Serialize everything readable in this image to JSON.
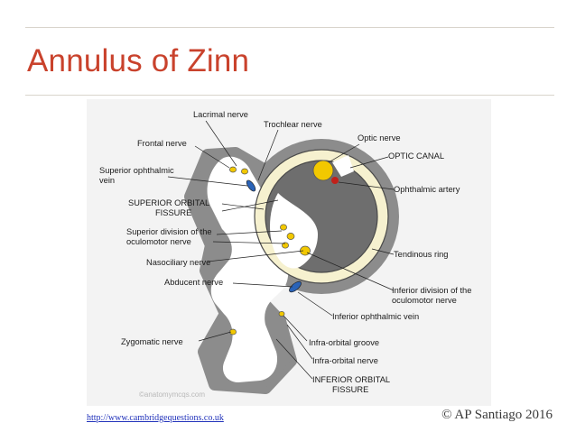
{
  "slide": {
    "title": "Annulus of Zinn",
    "source_link": "http://www.cambridgequestions.co.uk",
    "copyright": "© AP Santiago 2016"
  },
  "diagram": {
    "labels": {
      "lacrimal_nerve": "Lacrimal nerve",
      "trochlear_nerve": "Trochlear nerve",
      "optic_nerve": "Optic nerve",
      "frontal_nerve": "Frontal nerve",
      "optic_canal": "OPTIC CANAL",
      "superior_ophthalmic_vein_1": "Superior ophthalmic",
      "superior_ophthalmic_vein_2": "vein",
      "ophthalmic_artery": "Ophthalmic artery",
      "superior_orbital_fissure_1": "SUPERIOR ORBITAL",
      "superior_orbital_fissure_2": "FISSURE",
      "superior_division_1": "Superior division of the",
      "superior_division_2": "oculomotor nerve",
      "tendinous_ring": "Tendinous ring",
      "nasociliary_nerve": "Nasociliary nerve",
      "abducent_nerve": "Abducent nerve",
      "inferior_division_1": "Inferior division of the",
      "inferior_division_2": "oculomotor nerve",
      "inferior_ophthalmic_vein": "Inferior ophthalmic vein",
      "infra_orbital_groove": "Infra-orbital groove",
      "zygomatic_nerve": "Zygomatic nerve",
      "infra_orbital_nerve": "Infra-orbital nerve",
      "inferior_orbital_fissure_1": "INFERIOR ORBITAL",
      "inferior_orbital_fissure_2": "FISSURE",
      "watermark": "©anatomymcqs.com"
    }
  }
}
